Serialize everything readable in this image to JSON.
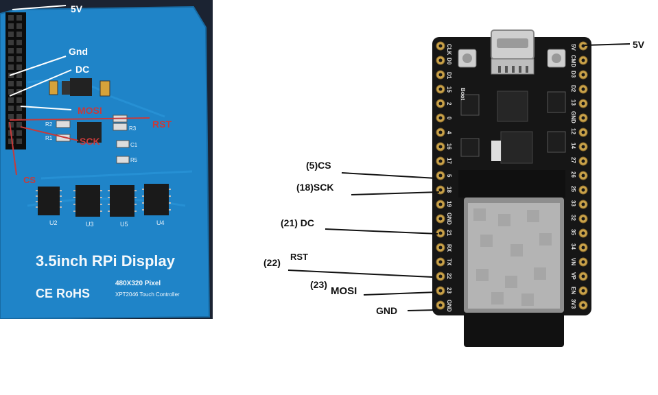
{
  "left_photo": {
    "board_title": "3.5inch RPi Display",
    "resolution": "480X320 Pixel",
    "controller": "XPT2046 Touch Controller",
    "cert_marks": "CE RoHS",
    "chip_labels": [
      "U2",
      "U3",
      "U5",
      "U4"
    ],
    "component_labels": [
      "R2",
      "R1",
      "R3",
      "C1",
      "R5"
    ],
    "annotations": [
      {
        "text": "5V",
        "color": "#ffffff"
      },
      {
        "text": "Gnd",
        "color": "#ffffff"
      },
      {
        "text": "DC",
        "color": "#ffffff"
      },
      {
        "text": "MOSI",
        "color": "#c83a3a"
      },
      {
        "text": "RST",
        "color": "#c83a3a"
      },
      {
        "text": "SCK",
        "color": "#c83a3a"
      },
      {
        "text": "CS",
        "color": "#c83a3a"
      }
    ]
  },
  "right_board": {
    "left_pin_labels": [
      "CLK",
      "D0",
      "D1",
      "15",
      "2",
      "0",
      "4",
      "16",
      "17",
      "5",
      "18",
      "19",
      "GND",
      "21",
      "RX",
      "TX",
      "22",
      "23",
      "GND"
    ],
    "right_pin_labels": [
      "5V",
      "CMD",
      "D3",
      "D2",
      "13",
      "GND",
      "12",
      "14",
      "27",
      "26",
      "25",
      "33",
      "32",
      "35",
      "34",
      "VN",
      "VP",
      "EN",
      "3V3"
    ],
    "boot_label": "Boot",
    "annotations": {
      "five_v": "5V",
      "cs": "(5)CS",
      "sck": "(18)SCK",
      "dc": "(21) DC",
      "rst_num": "(22)",
      "rst": "RST",
      "mosi_num": "(23)",
      "mosi": "MOSI",
      "gnd": "GND"
    }
  },
  "colors": {
    "pcb_blue": "#1f84c8",
    "board_black": "#161616",
    "annotation_red": "#c83a3a"
  }
}
